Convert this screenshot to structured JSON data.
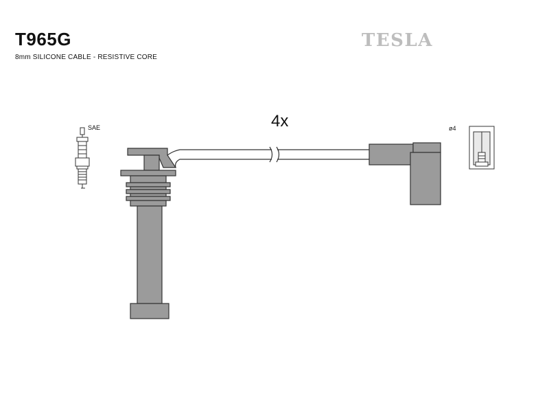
{
  "header": {
    "part_number": "T965G",
    "description": "8mm SILICONE CABLE - RESISTIVE CORE"
  },
  "brand": {
    "logo_text": "TESLA",
    "logo_color": "#bdbdbd"
  },
  "diagram": {
    "quantity_label": "4x",
    "plug_type_label": "SAE",
    "terminal_label": "ø4",
    "fill_color": "#9b9b9b",
    "stroke_color": "#333333"
  }
}
